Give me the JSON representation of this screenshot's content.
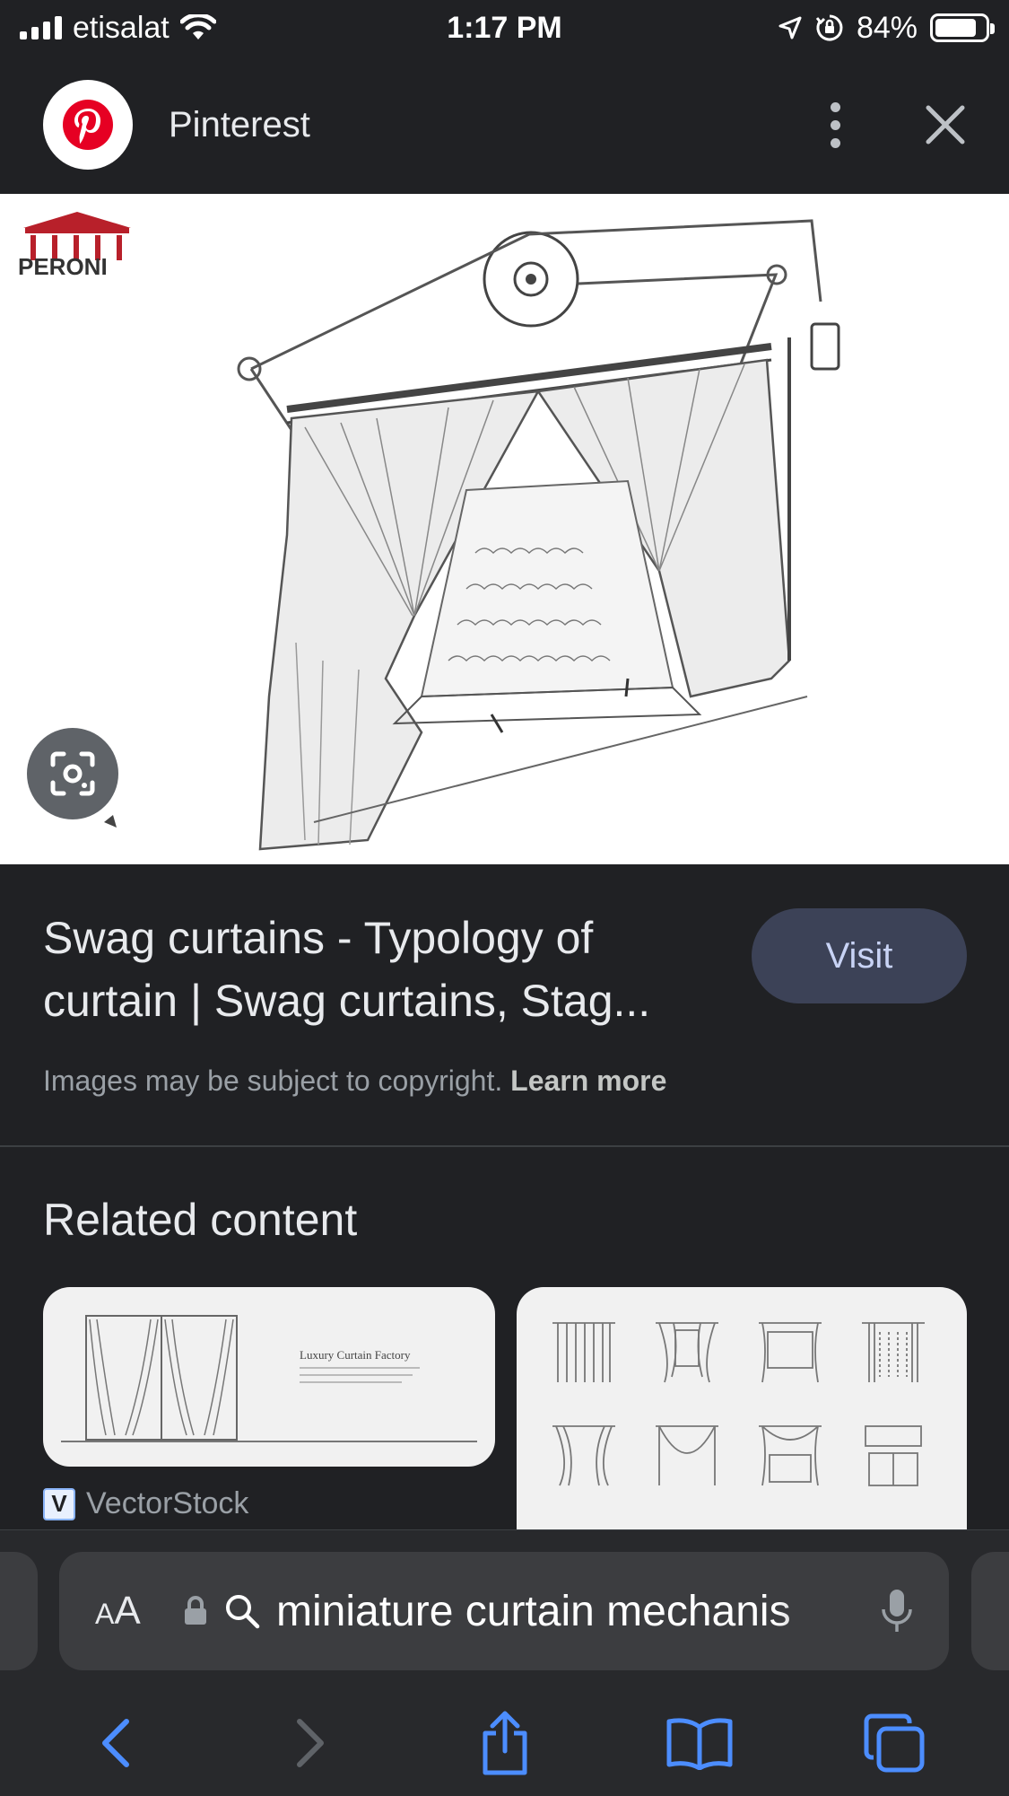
{
  "status_bar": {
    "carrier": "etisalat",
    "time": "1:17 PM",
    "battery_percent": "84%",
    "battery_level": 0.84
  },
  "header": {
    "title": "Pinterest",
    "logo_icon": "pinterest-logo",
    "more_icon": "kebab-menu-icon",
    "close_icon": "close-icon"
  },
  "main_image": {
    "logo_text": "PERONI",
    "lens_icon": "google-lens-icon"
  },
  "result": {
    "title": "Swag curtains - Typology of curtain | Swag curtains, Stag...",
    "visit_label": "Visit",
    "copyright_text": "Images may be subject to copyright.",
    "learn_more": "Learn more"
  },
  "related": {
    "title": "Related content",
    "cards": [
      {
        "heading": "Luxury Curtain Factory",
        "source": "VectorStock"
      },
      {
        "heading": "",
        "source": ""
      }
    ]
  },
  "safari": {
    "aa_label": "AA",
    "url_text": "miniature curtain mechanis",
    "colors": {
      "accent": "#4c8dff",
      "disabled": "#5f6368"
    }
  }
}
